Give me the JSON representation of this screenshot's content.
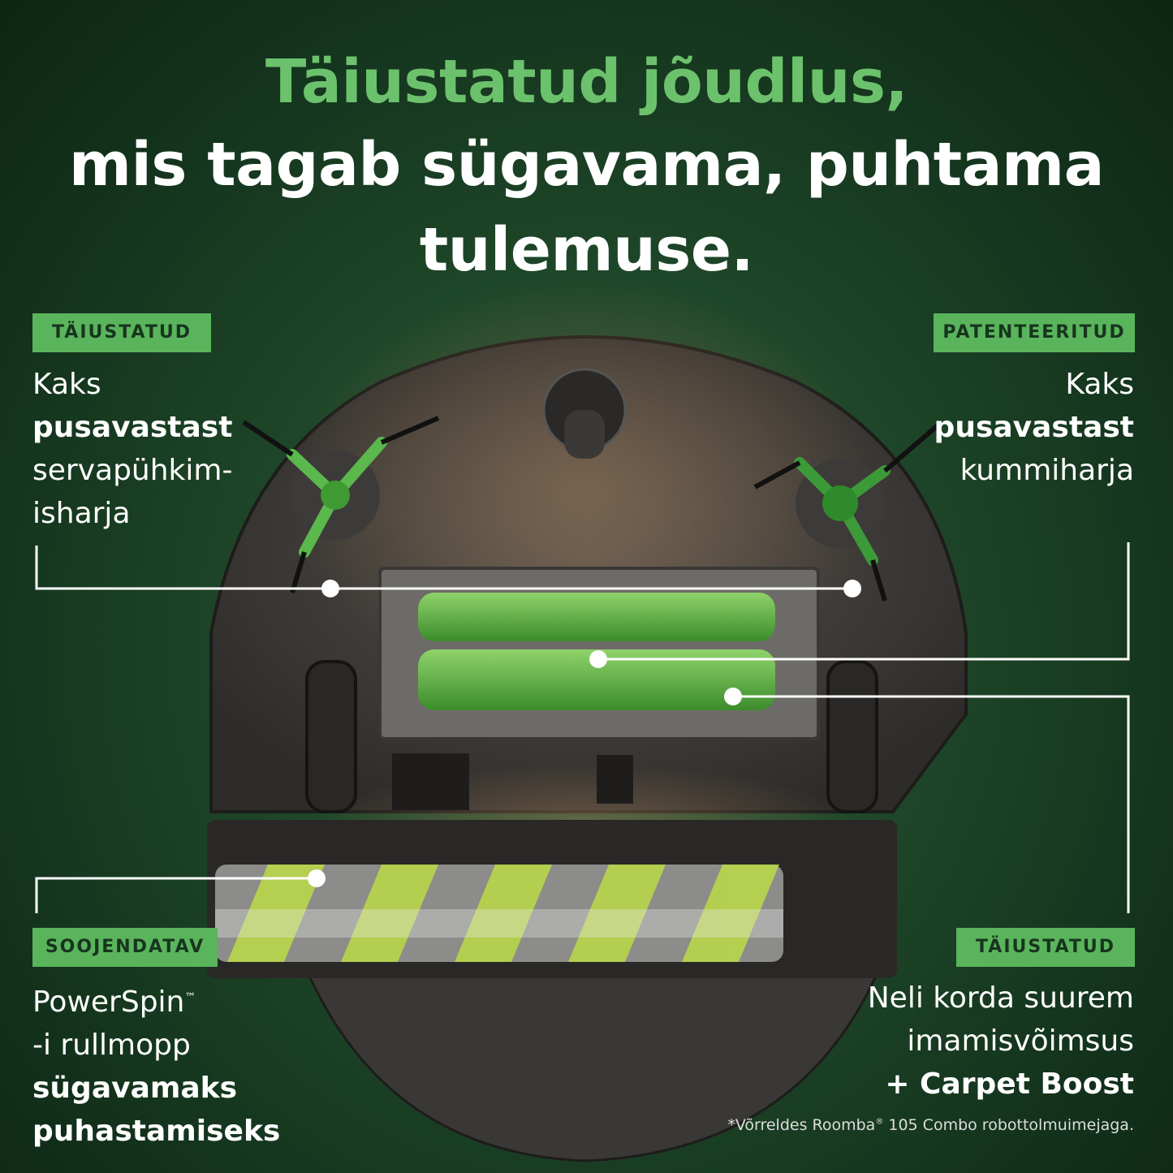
{
  "headline": {
    "line1": "Täiustatud jõudlus,",
    "line2": "mis tagab sügavama, puhtama",
    "line3": "tulemuse."
  },
  "callouts": {
    "top_left": {
      "tag": "TÄIUSTATUD",
      "line1": "Kaks",
      "line2": "pusavastast",
      "line3": "servapühkim-",
      "line4": "isharja"
    },
    "top_right": {
      "tag": "PATENTEERITUD",
      "line1": "Kaks",
      "line2": "pusavastast",
      "line3": "kummiharja"
    },
    "bottom_left": {
      "tag": "SOOJENDATAV",
      "line1": "PowerSpin",
      "line1_mark": "™",
      "line2": "-i rullmopp",
      "line3": "sügavamaks",
      "line4": "puhastamiseks"
    },
    "bottom_right": {
      "tag": "TÄIUSTATUD",
      "line1": "Neli korda suurem",
      "line2": "imamisvõimsus",
      "line3": "+ Carpet Boost"
    }
  },
  "footnote": {
    "prefix": "*Võrreldes Roomba",
    "mark": "®",
    "suffix": " 105 Combo robottolmuimejaga."
  },
  "colors": {
    "accent_green": "#6cc26c",
    "tag_green": "#5ab45c",
    "background": "#1d4427"
  }
}
